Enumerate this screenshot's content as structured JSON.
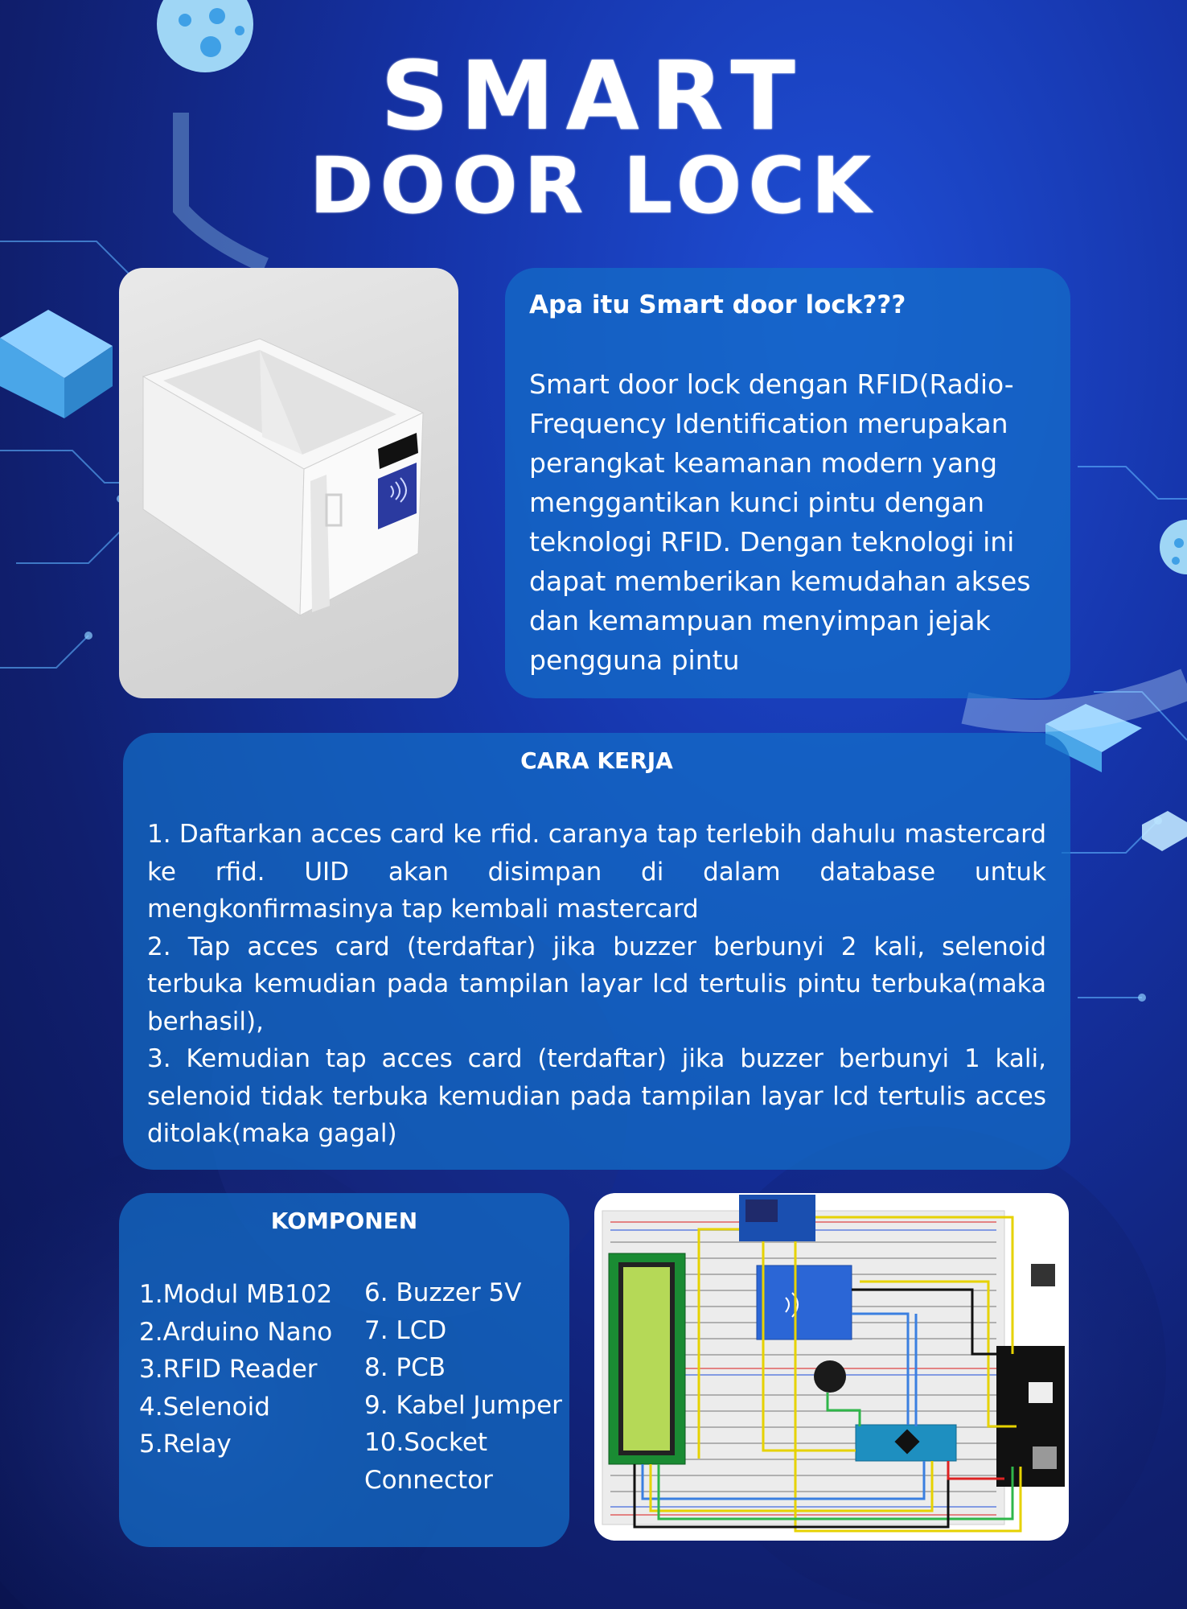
{
  "title": {
    "line1": "SMART",
    "line2": "DOOR LOCK"
  },
  "about": {
    "heading": "Apa itu Smart door lock???",
    "body": "Smart door lock dengan RFID(Radio-Frequency Identification merupakan perangkat keamanan modern yang menggantikan kunci pintu dengan teknologi RFID. Dengan teknologi ini dapat memberikan kemudahan akses dan kemampuan menyimpan jejak pengguna pintu"
  },
  "cara_kerja": {
    "heading": "CARA KERJA",
    "steps": [
      "1.  Daftarkan acces card ke rfid. caranya tap terlebih dahulu mastercard ke rfid. UID akan disimpan di dalam database untuk mengkonfirmasinya tap kembali mastercard",
      "2. Tap acces card (terdaftar) jika buzzer berbunyi 2 kali, selenoid terbuka kemudian pada tampilan layar lcd tertulis pintu terbuka(maka berhasil),",
      "3. Kemudian tap acces card (terdaftar) jika buzzer berbunyi 1 kali, selenoid tidak terbuka kemudian pada tampilan layar lcd tertulis acces ditolak(maka gagal)"
    ]
  },
  "komponen": {
    "heading": "KOMPONEN",
    "col1": [
      "1.Modul MB102",
      "2.Arduino Nano",
      "3.RFID Reader",
      "4.Selenoid",
      "5.Relay"
    ],
    "col2": [
      "6. Buzzer 5V",
      "7. LCD",
      "8. PCB",
      "9. Kabel Jumper",
      "10.Socket Connector"
    ]
  },
  "colors": {
    "panel": "#1a6fca",
    "background": "#1533a8",
    "lcd_screen": "#b5d957",
    "rfid_board": "#2b66d6",
    "nano_board": "#1e8fc0"
  },
  "icons": [
    "rfid-icon",
    "bubble-dots-icon",
    "cube-icon"
  ]
}
